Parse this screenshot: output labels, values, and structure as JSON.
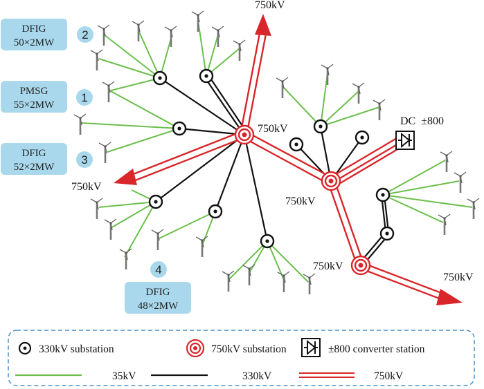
{
  "colors": {
    "line_35kv": "#6abf4b",
    "line_330kv": "#111111",
    "line_750kv": "#d8262a",
    "box_fill": "#a9d8ec",
    "legend_border": "#4a90c8"
  },
  "icons": {
    "turbine": "wind-turbine-icon",
    "converter": "converter-station-icon"
  },
  "groups": [
    {
      "type": "DFIG",
      "capacity": "50×2MW",
      "number": "2"
    },
    {
      "type": "PMSG",
      "capacity": "55×2MW",
      "number": "1"
    },
    {
      "type": "DFIG",
      "capacity": "52×2MW",
      "number": "3"
    },
    {
      "type": "DFIG",
      "capacity": "48×2MW",
      "number": "4"
    }
  ],
  "voltage_labels": {
    "top_arrow": "750kV",
    "left_arrow": "750kV",
    "hub_main": "750kV",
    "hub_east": "750kV",
    "hub_south": "750kV",
    "right_arrow": "750kV"
  },
  "dc_label": "DC  ±800",
  "legend": {
    "sub330": "330kV substation",
    "sub750": "750kV substation",
    "converter": "±800 converter station",
    "line35": "35kV",
    "line330": "330kV",
    "line750": "750kV"
  }
}
